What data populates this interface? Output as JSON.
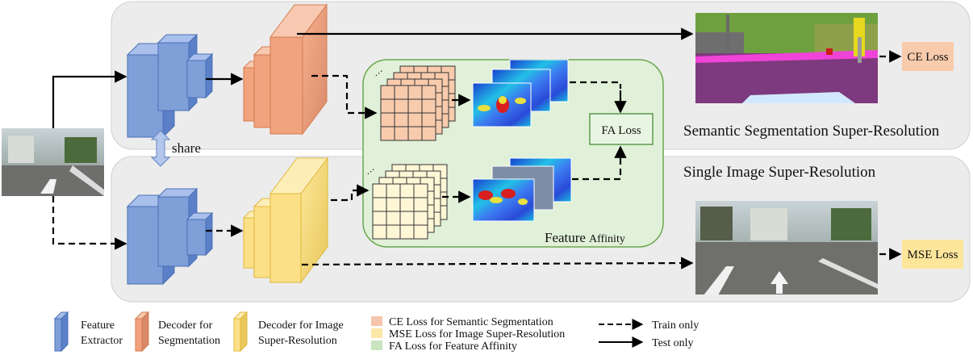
{
  "panels": {
    "semantic_title": "Semantic Segmentation Super-Resolution",
    "sisr_title": "Single Image Super-Resolution",
    "feature_affinity_title_main": "Feature",
    "feature_affinity_title_small": "Affinity"
  },
  "labels": {
    "share": "share",
    "ce_loss": "CE Loss",
    "fa_loss": "FA Loss",
    "mse_loss": "MSE Loss"
  },
  "legend": {
    "feature_extractor": [
      "Feature",
      "Extractor"
    ],
    "decoder_segmentation": [
      "Decoder for",
      "Segmentation"
    ],
    "decoder_image_sr": [
      "Decoder for Image",
      "Super-Resolution"
    ],
    "losses": [
      {
        "text": "CE Loss for Semantic Segmentation",
        "color": "#f6c6ac"
      },
      {
        "text": "MSE Loss for Image Super-Resolution",
        "color": "#fde7a6"
      },
      {
        "text": "FA Loss for Feature Affinity",
        "color": "#c9e4be"
      }
    ],
    "train_only": "Train only",
    "test_only": "Test only"
  },
  "colors": {
    "panel_bg": "#ececec",
    "fa_bg": "#e1f0d8",
    "fa_border": "#6aa84f",
    "extractor": "#7f9fd9",
    "decoder_seg": "#f0a37c",
    "decoder_sr": "#fbe088",
    "ce_box": "#f8cbad",
    "mse_box": "#fde59a"
  }
}
